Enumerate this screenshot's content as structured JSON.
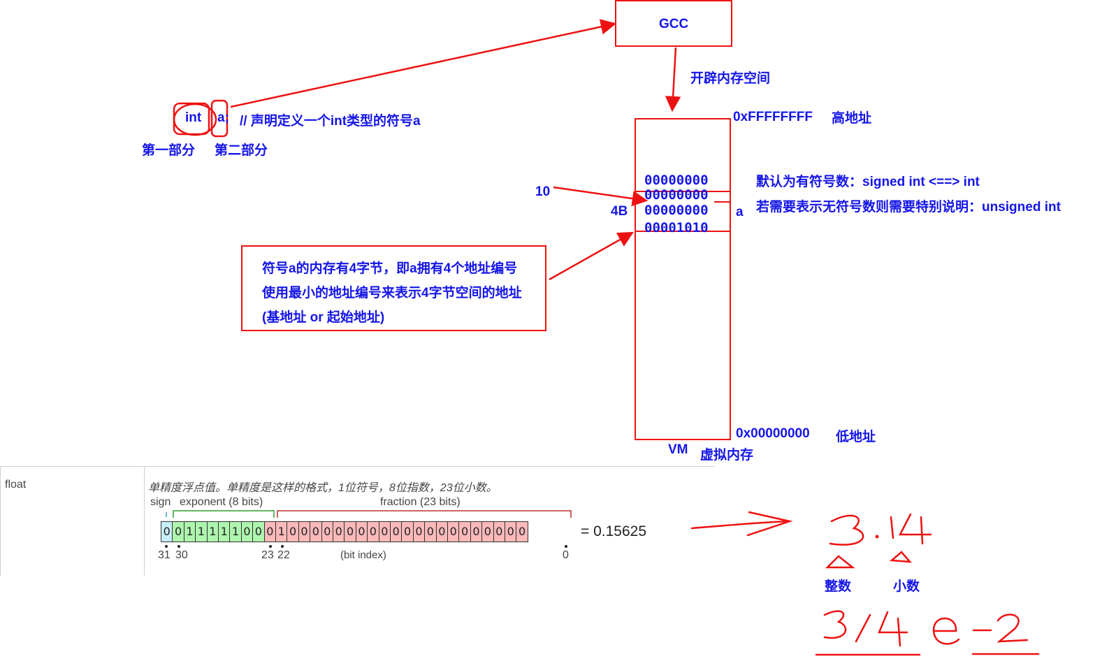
{
  "diagram": {
    "gcc_label": "GCC",
    "alloc_label": "开辟内存空间",
    "code": {
      "type_word": "int",
      "var_word": "a;",
      "comment": "// 声明定义一个int类型的符号a"
    },
    "part_one": "第一部分",
    "part_two": "第二部分",
    "high_addr": "0xFFFFFFFF",
    "high_addr_label": "高地址",
    "low_addr": "0x00000000",
    "low_addr_label": "低地址",
    "vm_label": "VM",
    "vm_cn": "虚拟内存",
    "bytes": [
      "00000000",
      "00000000",
      "00000000",
      "00001010"
    ],
    "value_label": "10",
    "size_label": "4B",
    "var_label": "a",
    "signed_note": "默认为有符号数：signed int  <==> int",
    "unsigned_note": "若需要表示无符号数则需要特别说明：unsigned int",
    "note_lines": [
      "符号a的内存有4字节，即a拥有4个地址编号",
      "使用最小的地址编号来表示4字节空间的地址",
      "(基地址 or 起始地址)"
    ]
  },
  "float_table": {
    "type_name": "float",
    "description": "单精度浮点值。单精度是这样的格式，1位符号，8位指数，23位小数。",
    "sign_label": "sign",
    "exponent_label": "exponent (8 bits)",
    "fraction_label": "fraction (23 bits)",
    "bits": [
      0,
      0,
      1,
      1,
      1,
      1,
      1,
      0,
      0,
      0,
      1,
      0,
      0,
      0,
      0,
      0,
      0,
      0,
      0,
      0,
      0,
      0,
      0,
      0,
      0,
      0,
      0,
      0,
      0,
      0,
      0,
      0
    ],
    "equals": "= 0.15625",
    "index_31": "31",
    "index_30": "30",
    "index_23": "23",
    "index_22": "22",
    "index_0": "0",
    "bit_index_label": "(bit index)",
    "colors": {
      "sign": "#c6eefb",
      "exponent": "#aef5ae",
      "fraction": "#fbb9b9"
    }
  },
  "handwriting": {
    "number": "3.14",
    "integer_label": "整数",
    "fraction_label": "小数",
    "sci": "314e-2"
  }
}
